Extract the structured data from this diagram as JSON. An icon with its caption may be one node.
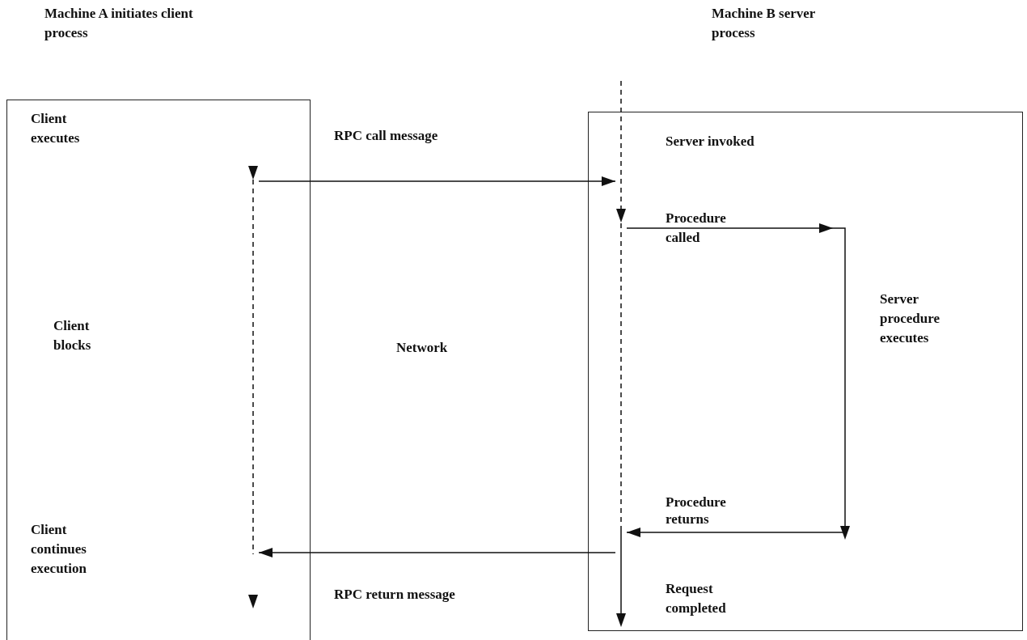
{
  "diagram": {
    "nodes": [
      {
        "text": [],
        "shape": "line"
      },
      {
        "text": [],
        "shape": "line"
      }
    ],
    "edges": [
      {
        "from": 0,
        "to": 1,
        "arrow": "to",
        "label": "RPC call message"
      },
      {
        "from": 1,
        "to": 1,
        "arrow": "to"
      },
      {
        "from": 1,
        "to": 0,
        "arrow": "to",
        "label": "RPC return message"
      }
    ],
    "labels": [
      "Machine A initiates client process",
      "Machine B server process",
      "Client executes",
      "Server invoked",
      "Procedure called",
      "Server procedure executes",
      "Client blocks",
      "Network",
      "Procedure returns",
      "Client continues execution",
      "Request completed"
    ]
  }
}
